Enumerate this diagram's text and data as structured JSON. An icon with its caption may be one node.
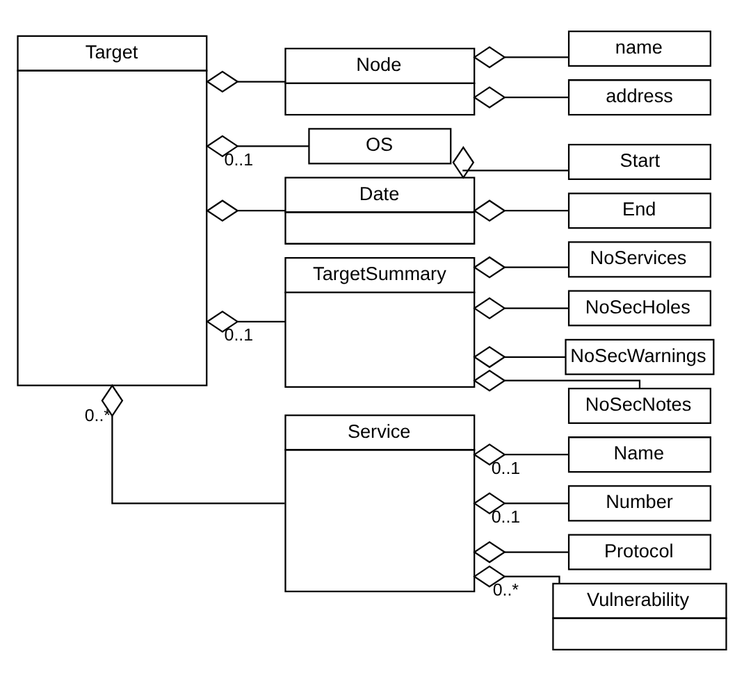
{
  "diagram": {
    "nodes": [
      {
        "text": [
          "Target"
        ]
      },
      {
        "text": [
          "Node"
        ]
      },
      {
        "text": [
          "name"
        ]
      },
      {
        "text": [
          "address"
        ]
      },
      {
        "text": [
          "OS"
        ]
      },
      {
        "text": [
          "Date"
        ]
      },
      {
        "text": [
          "Start"
        ]
      },
      {
        "text": [
          "End"
        ]
      },
      {
        "text": [
          "TargetSummary"
        ]
      },
      {
        "text": [
          "NoServices"
        ]
      },
      {
        "text": [
          "NoSecHoles"
        ]
      },
      {
        "text": [
          "NoSecWarnings"
        ]
      },
      {
        "text": [
          "NoSecNotes"
        ]
      },
      {
        "text": [
          "Service"
        ]
      },
      {
        "text": [
          "Name"
        ]
      },
      {
        "text": [
          "Number"
        ]
      },
      {
        "text": [
          "Protocol"
        ]
      },
      {
        "text": [
          "Vulnerability"
        ]
      }
    ],
    "edges": [
      {
        "from": 0,
        "to": 1,
        "arrow": "other"
      },
      {
        "from": 1,
        "to": 2,
        "arrow": "other"
      },
      {
        "from": 1,
        "to": 3,
        "arrow": "other"
      },
      {
        "from": 0,
        "to": 4,
        "arrow": "other",
        "label": "0..1"
      },
      {
        "from": 0,
        "to": 5,
        "arrow": "other"
      },
      {
        "from": 5,
        "to": 6,
        "arrow": "other"
      },
      {
        "from": 5,
        "to": 7,
        "arrow": "other"
      },
      {
        "from": 0,
        "to": 8,
        "arrow": "other",
        "label": "0..1"
      },
      {
        "from": 8,
        "to": 9,
        "arrow": "other"
      },
      {
        "from": 8,
        "to": 10,
        "arrow": "other"
      },
      {
        "from": 8,
        "to": 11,
        "arrow": "other"
      },
      {
        "from": 8,
        "to": 12,
        "arrow": "other"
      },
      {
        "from": 0,
        "to": 13,
        "arrow": "other",
        "label": "0..*"
      },
      {
        "from": 13,
        "to": 14,
        "arrow": "other",
        "label": "0..1"
      },
      {
        "from": 13,
        "to": 15,
        "arrow": "other",
        "label": "0..1"
      },
      {
        "from": 13,
        "to": 16,
        "arrow": "other"
      },
      {
        "from": 13,
        "to": 17,
        "arrow": "other",
        "label": "0..*"
      }
    ]
  }
}
